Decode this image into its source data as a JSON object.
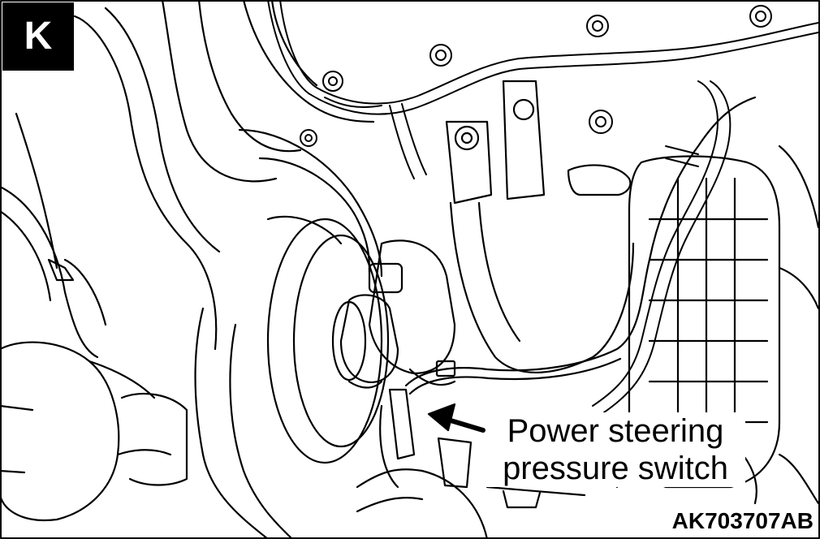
{
  "view_badge": "K",
  "callout": {
    "line1": "Power steering",
    "line2": "pressure switch"
  },
  "figure_code": "AK703707AB",
  "colors": {
    "line": "#000000",
    "background": "#ffffff",
    "badge_bg": "#000000",
    "badge_text": "#ffffff"
  }
}
